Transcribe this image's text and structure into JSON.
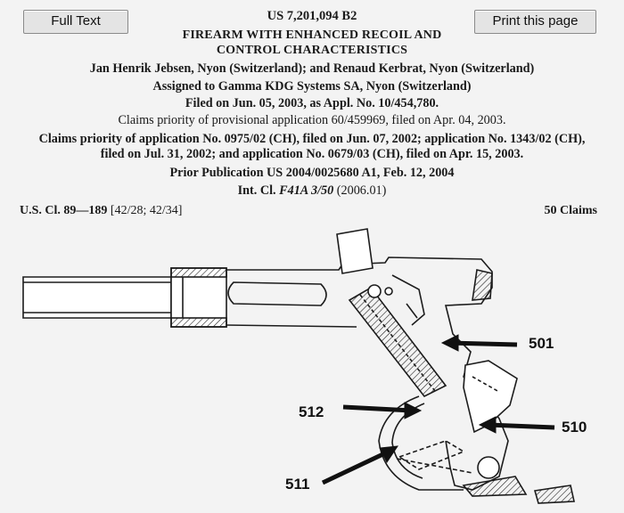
{
  "toolbar": {
    "full_text_label": "Full Text",
    "print_label": "Print this page"
  },
  "patent": {
    "number": "US 7,201,094 B2",
    "title_line1": "FIREARM WITH ENHANCED RECOIL AND",
    "title_line2": "CONTROL CHARACTERISTICS",
    "inventors": "Jan Henrik Jebsen, Nyon (Switzerland); and Renaud Kerbrat, Nyon (Switzerland)",
    "assignee": "Assigned to Gamma KDG Systems SA, Nyon (Switzerland)",
    "filed": "Filed on Jun. 05, 2003, as Appl. No. 10/454,780.",
    "provisional": "Claims priority of provisional application 60/459969, filed on Apr. 04, 2003.",
    "priority_line1": "Claims priority of application No. 0975/02 (CH), filed on Jun. 07, 2002; application No. 1343/02 (CH),",
    "priority_line2": "filed on Jul. 31, 2002; and application No. 0679/03 (CH), filed on Apr. 15, 2003.",
    "prior_publication": "Prior Publication US 2004/0025680 A1, Feb. 12, 2004",
    "int_cl_label": "Int. Cl.",
    "int_cl_code": "F41A 3/50",
    "int_cl_year": "(2006.01)",
    "us_cl_label": "U.S. Cl. 89—189",
    "us_cl_refs": "[42/28; 42/34]",
    "claims": "50 Claims"
  },
  "figure": {
    "labels": [
      "501",
      "512",
      "510",
      "511"
    ]
  }
}
